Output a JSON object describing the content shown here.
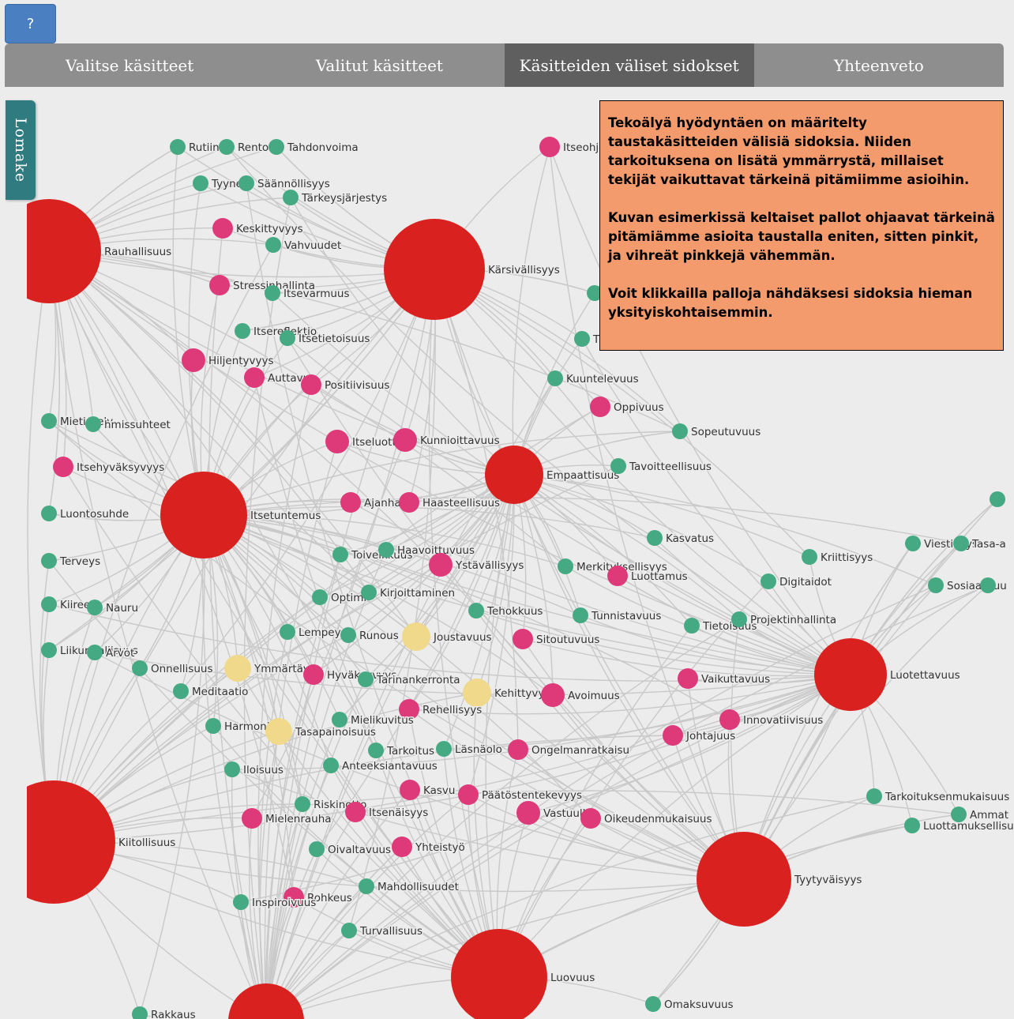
{
  "help_button": "?",
  "tabs": [
    {
      "label": "Valitse käsitteet",
      "active": false
    },
    {
      "label": "Valitut käsitteet",
      "active": false
    },
    {
      "label": "Käsitteiden väliset sidokset",
      "active": true
    },
    {
      "label": "Yhteenveto",
      "active": false
    }
  ],
  "side_tab": "Lomake",
  "info": {
    "p1": "Tekoälyä hyödyntäen on määritelty taustakäsitteiden välisiä sidoksia. Niiden tarkoituksena on lisätä ymmärrystä, millaiset tekijät vaikuttavat tärkeinä pitämiimme asioihin.",
    "p2": "Kuvan esimerkissä keltaiset pallot ohjaavat tärkeinä pitämiämme asioita taustalla eniten, sitten pinkit, ja vihreät pinkkejä vähemmän.",
    "p3": "Voit klikkailla palloja nähdäksesi sidoksia hieman yksityiskohtaisemmin."
  },
  "colors": {
    "red": "#d9221f",
    "pink": "#de3a7a",
    "green": "#45a984",
    "yellow": "#f0d98a",
    "edge": "#c9c9c9",
    "tab_bar": "#8e8e8e",
    "tab_active": "#5f5f5f",
    "side_tab": "#2f7b7f",
    "info_bg": "#f49b6d"
  },
  "graph": {
    "nodes": [
      {
        "id": "Rauhallisuus",
        "label": "Rauhallisuus",
        "group": "red"
      },
      {
        "id": "Karsivallisyys",
        "label": "Kärsivällisyys",
        "group": "red"
      },
      {
        "id": "Itsetuntemus",
        "label": "Itsetuntemus",
        "group": "red"
      },
      {
        "id": "Empaattisuus",
        "label": "Empaattisuus",
        "group": "red"
      },
      {
        "id": "Kiitollisuus",
        "label": "Kiitollisuus",
        "group": "red"
      },
      {
        "id": "Luotettavuus",
        "label": "Luotettavuus",
        "group": "red"
      },
      {
        "id": "Tyytyvaisyys",
        "label": "Tyytyväisyys",
        "group": "red"
      },
      {
        "id": "Luovuus",
        "label": "Luovuus",
        "group": "red"
      },
      {
        "id": "Rakkaus",
        "label": "",
        "group": "red"
      },
      {
        "id": "Rutiinit",
        "label": "Rutiinit",
        "group": "green"
      },
      {
        "id": "Rentous",
        "label": "Rentou",
        "group": "green"
      },
      {
        "id": "Tahdonvoima",
        "label": "Tahdonvoima",
        "group": "green"
      },
      {
        "id": "Itseohjautuvuus",
        "label": "Itseohja",
        "group": "pink"
      },
      {
        "id": "Tyyneys",
        "label": "Tyyneys",
        "group": "green"
      },
      {
        "id": "Saannollisyys",
        "label": "Säännöllisyys",
        "group": "green"
      },
      {
        "id": "Tarkeysjarjestys",
        "label": "Tärkeysjärjestys",
        "group": "green"
      },
      {
        "id": "Keskittyvyys",
        "label": "Keskittyvyys",
        "group": "pink"
      },
      {
        "id": "Vahvuudet",
        "label": "Vahvuudet",
        "group": "green"
      },
      {
        "id": "Stressinhallinta",
        "label": "Stressinhallinta",
        "group": "pink"
      },
      {
        "id": "Itsevarmuus",
        "label": "Itsevarmuus",
        "group": "green"
      },
      {
        "id": "Itsereflektio",
        "label": "Itsereflektio",
        "group": "green"
      },
      {
        "id": "Itsetietoisuus",
        "label": "Itsetietoisuus",
        "group": "green"
      },
      {
        "id": "Hiljentyvyys",
        "label": "Hiljentyvyys",
        "group": "pink"
      },
      {
        "id": "Auttavuus",
        "label": "Auttavu",
        "group": "pink"
      },
      {
        "id": "Positiivisuus",
        "label": "Positiivisuus",
        "group": "pink"
      },
      {
        "id": "Kuuntelevuus",
        "label": "Kuuntelevuus",
        "group": "green"
      },
      {
        "id": "Oppivuus",
        "label": "Oppivuus",
        "group": "pink"
      },
      {
        "id": "Sopeutuvuus",
        "label": "Sopeutuvuus",
        "group": "green"
      },
      {
        "id": "Tgreen",
        "label": "T",
        "group": "green"
      },
      {
        "id": "Edge1",
        "label": "",
        "group": "green"
      },
      {
        "id": "Mietiskely",
        "label": "Mietiskely",
        "group": "green"
      },
      {
        "id": "Ihmissuhteet",
        "label": "hmissuhteet",
        "group": "green"
      },
      {
        "id": "Itsehyvaksyvyys",
        "label": "Itsehyväksyvyys",
        "group": "pink"
      },
      {
        "id": "Itseluottamus",
        "label": "Itseluotta",
        "group": "pink"
      },
      {
        "id": "Kunnioittavuus",
        "label": "Kunnioittavuus",
        "group": "pink"
      },
      {
        "id": "Tavoitteellisuus",
        "label": "Tavoitteellisuus",
        "group": "green"
      },
      {
        "id": "Luontosuhde",
        "label": "Luontosuhde",
        "group": "green"
      },
      {
        "id": "Ajanhallinta",
        "label": "Ajanhal",
        "group": "pink"
      },
      {
        "id": "Haasteellisuus",
        "label": "Haasteellisuus",
        "group": "pink"
      },
      {
        "id": "Edge2",
        "label": "",
        "group": "green"
      },
      {
        "id": "Kasvatus",
        "label": "Kasvatus",
        "group": "green"
      },
      {
        "id": "Terveys",
        "label": "Terveys",
        "group": "green"
      },
      {
        "id": "Toiveikkuus",
        "label": "Toiveikkuus",
        "group": "green"
      },
      {
        "id": "Haavoittuvuus",
        "label": "Haavoittuvuus",
        "group": "green"
      },
      {
        "id": "Ystavallisyys",
        "label": "Ystävällisyys",
        "group": "pink"
      },
      {
        "id": "Merkityksellisyys",
        "label": "Merkityksellisyys",
        "group": "green"
      },
      {
        "id": "Luottamus",
        "label": "Luottamus",
        "group": "pink"
      },
      {
        "id": "Kriittisyys",
        "label": "Kriittisyys",
        "group": "green"
      },
      {
        "id": "Viestivyys",
        "label": "Viestivyys",
        "group": "green"
      },
      {
        "id": "Tasa-arvo",
        "label": "Tasa-a",
        "group": "green"
      },
      {
        "id": "Digitaidot",
        "label": "Digitaidot",
        "group": "green"
      },
      {
        "id": "Sosiaalisuus",
        "label": "Sosiaalisuu",
        "group": "green"
      },
      {
        "id": "Edge3",
        "label": "",
        "group": "green"
      },
      {
        "id": "Optimismi",
        "label": "Optimi",
        "group": "green"
      },
      {
        "id": "Kirjoittaminen",
        "label": "Kirjoittaminen",
        "group": "green"
      },
      {
        "id": "Kiireettomyys",
        "label": "Kiiree",
        "group": "green"
      },
      {
        "id": "Nauru",
        "label": "Nauru",
        "group": "green"
      },
      {
        "id": "Tehokkuus",
        "label": "Tehokkuus",
        "group": "green"
      },
      {
        "id": "Tunnistavuus",
        "label": "Tunnistavuus",
        "group": "green"
      },
      {
        "id": "Tietoisuus",
        "label": "Tietoisuus",
        "group": "green"
      },
      {
        "id": "Projektinhallinta",
        "label": "Projektinhallinta",
        "group": "green"
      },
      {
        "id": "Lempeys",
        "label": "Lempeys",
        "group": "green"
      },
      {
        "id": "Runous",
        "label": "Runous",
        "group": "green"
      },
      {
        "id": "Joustavuus",
        "label": "Joustavuus",
        "group": "yellow"
      },
      {
        "id": "Sitoutuvuus",
        "label": "Sitoutuvuus",
        "group": "pink"
      },
      {
        "id": "Liikunnallisuus",
        "label": "Liikunnallisuus",
        "group": "green"
      },
      {
        "id": "Arvot",
        "label": "Arvot",
        "group": "green"
      },
      {
        "id": "Onnellisuus",
        "label": "Onnellisuus",
        "group": "green"
      },
      {
        "id": "Ymmartavaisyys",
        "label": "Ymmärtäv",
        "group": "yellow"
      },
      {
        "id": "Hyvaksyvyys",
        "label": "Hyväksyvyys",
        "group": "pink"
      },
      {
        "id": "Tarinankerronta",
        "label": "Tarinankerronta",
        "group": "green"
      },
      {
        "id": "Kehittyvyys",
        "label": "Kehittyvyys",
        "group": "yellow"
      },
      {
        "id": "Avoimuus",
        "label": "Avoimuus",
        "group": "pink"
      },
      {
        "id": "Vaikuttavuus",
        "label": "Vaikuttavuus",
        "group": "pink"
      },
      {
        "id": "Meditaatio",
        "label": "Meditaatio",
        "group": "green"
      },
      {
        "id": "Rehellisyys",
        "label": "Rehellisyys",
        "group": "pink"
      },
      {
        "id": "Innovatiivisuus",
        "label": "Innovatiivisuus",
        "group": "pink"
      },
      {
        "id": "Harmonia",
        "label": "Harmoni",
        "group": "green"
      },
      {
        "id": "Mielikuvitus",
        "label": "Mielikuvitus",
        "group": "green"
      },
      {
        "id": "Tasapainoisuus",
        "label": "Tasapainoisuus",
        "group": "yellow"
      },
      {
        "id": "Johtajuus",
        "label": "Johtajuus",
        "group": "pink"
      },
      {
        "id": "Tarkoitus",
        "label": "Tarkoitus",
        "group": "green"
      },
      {
        "id": "Lasnaolo",
        "label": "Läsnäolo",
        "group": "green"
      },
      {
        "id": "Ongelmanratkaisu",
        "label": "Ongelmanratkaisu",
        "group": "pink"
      },
      {
        "id": "Iloisuus",
        "label": "Iloisuus",
        "group": "green"
      },
      {
        "id": "Anteeksiantavuus",
        "label": "Anteeksiantavuus",
        "group": "green"
      },
      {
        "id": "Kasvu",
        "label": "Kasvu",
        "group": "pink"
      },
      {
        "id": "Paatostentekevyys",
        "label": "Päätöstentekevyys",
        "group": "pink"
      },
      {
        "id": "Tarkoituksenmukaisuus",
        "label": "Tarkoituksenmukaisuus",
        "group": "green"
      },
      {
        "id": "Ammatillisuus",
        "label": "Ammat",
        "group": "green"
      },
      {
        "id": "Riskinotto",
        "label": "Riskinotto",
        "group": "green"
      },
      {
        "id": "Itsenaisyys",
        "label": "Itsenäisyys",
        "group": "pink"
      },
      {
        "id": "Mielenrauha",
        "label": "Mielenrauha",
        "group": "pink"
      },
      {
        "id": "Vastuullisuus",
        "label": "Vastuulli",
        "group": "pink"
      },
      {
        "id": "Oikeudenmukaisuus",
        "label": "Oikeudenmukaisuus",
        "group": "pink"
      },
      {
        "id": "Luottamuksellisuus",
        "label": "Luottamuksellisu",
        "group": "green"
      },
      {
        "id": "Oivaltavuus",
        "label": "Oivaltavuus",
        "group": "green"
      },
      {
        "id": "Yhteistyo",
        "label": "Yhteistyö",
        "group": "pink"
      },
      {
        "id": "Mahdollisuudet",
        "label": "Mahdollisuudet",
        "group": "green"
      },
      {
        "id": "Rohkeus",
        "label": "Rohkeus",
        "group": "pink"
      },
      {
        "id": "Inspiroivuus",
        "label": "Inspiroivuus",
        "group": "green"
      },
      {
        "id": "Turvallisuus",
        "label": "Turvallisuus",
        "group": "green"
      },
      {
        "id": "Omaksuvuus",
        "label": "Omaksuvuus",
        "group": "green"
      },
      {
        "id": "RakkausLabel",
        "label": "Rakkaus",
        "group": "green"
      }
    ]
  }
}
